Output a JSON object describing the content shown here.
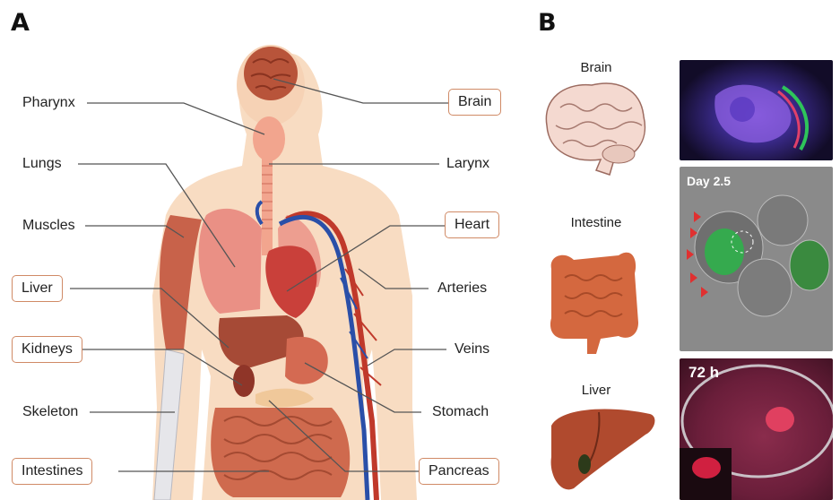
{
  "panel_a": {
    "letter": "A",
    "left_labels": [
      "Pharynx",
      "Lungs",
      "Muscles",
      "Liver",
      "Kidneys",
      "Skeleton",
      "Intestines"
    ],
    "right_labels": [
      "Brain",
      "Larynx",
      "Heart",
      "Arteries",
      "Veins",
      "Stomach",
      "Pancreas"
    ],
    "boxed_labels": [
      "Liver",
      "Kidneys",
      "Intestines",
      "Brain",
      "Heart",
      "Pancreas"
    ]
  },
  "panel_b": {
    "letter": "B",
    "organs": [
      {
        "name": "Brain"
      },
      {
        "name": "Intestine"
      },
      {
        "name": "Liver"
      }
    ],
    "micrographs": [
      {
        "caption": ""
      },
      {
        "caption": "Day 2.5"
      },
      {
        "caption": "72 h"
      }
    ]
  },
  "colors": {
    "box_border": "#d08a66",
    "skin": "#f8dcc2",
    "organ": "#c85c3e",
    "artery": "#c0392b",
    "vein": "#2a4fa8"
  }
}
